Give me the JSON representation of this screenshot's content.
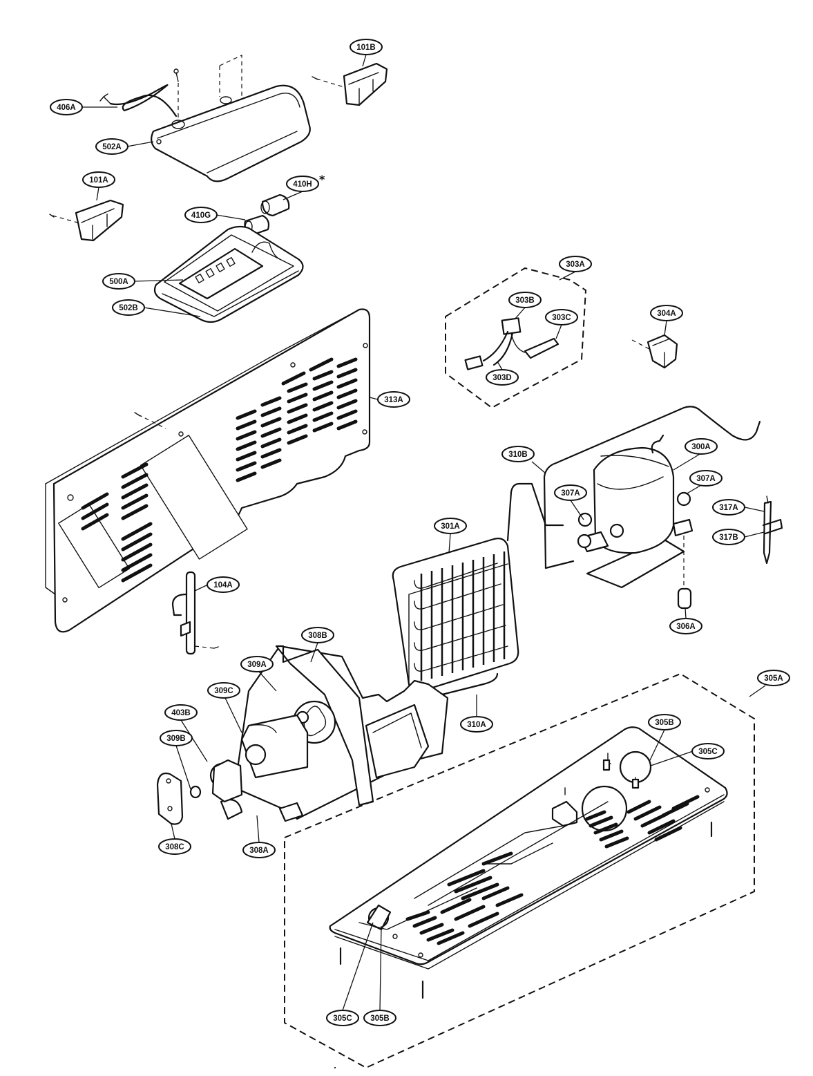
{
  "labels": {
    "l101A": "101A",
    "l101B": "101B",
    "l406A": "406A",
    "l502A": "502A",
    "l410H": "410H",
    "l410H_mark": "*",
    "l410G": "410G",
    "l500A": "500A",
    "l502B": "502B",
    "l303A": "303A",
    "l303B": "303B",
    "l303C": "303C",
    "l303D": "303D",
    "l304A": "304A",
    "l313A": "313A",
    "l310B": "310B",
    "l300A": "300A",
    "l307A_left": "307A",
    "l307A_right": "307A",
    "l317A": "317A",
    "l317B": "317B",
    "l301A": "301A",
    "l104A": "104A",
    "l306A": "306A",
    "l308B": "308B",
    "l309A": "309A",
    "l309C": "309C",
    "l403B": "403B",
    "l309B": "309B",
    "l308C": "308C",
    "l308A": "308A",
    "l310A": "310A",
    "l305A": "305A",
    "l305B_top": "305B",
    "l305C_top": "305C",
    "l305C_bottom": "305C",
    "l305B_bottom": "305B"
  }
}
